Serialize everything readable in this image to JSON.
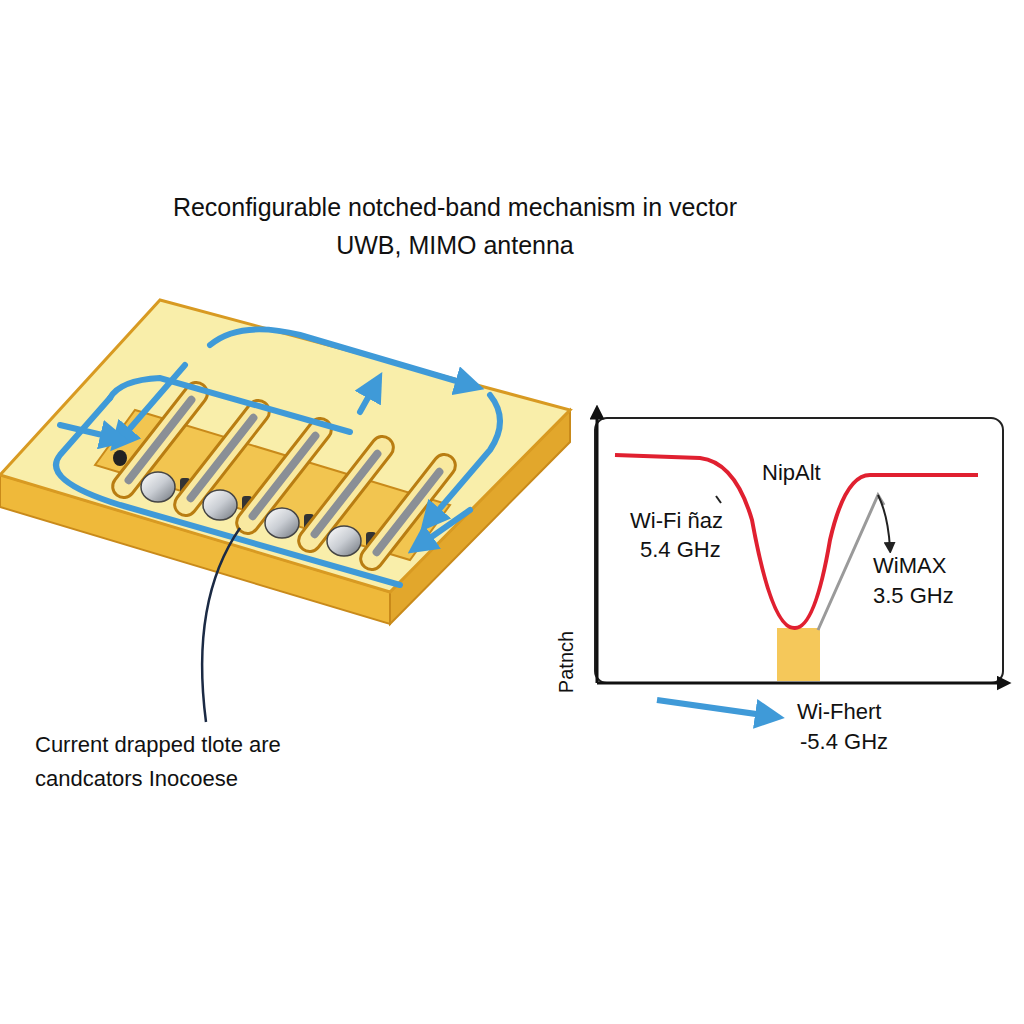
{
  "diagram": {
    "title": "Reconfigurable notched-band mechanism in vector UWB, MIMO antenna",
    "labels": [
      "Current drapped tlote are candcators Inocoese",
      "NipAlt",
      "Wi-Fi ñaz",
      "5.4 GHz",
      "WiMAX",
      "3.5 GHz",
      "Patnch",
      "Wi-Fhert",
      "-5.4 GHz"
    ]
  }
}
